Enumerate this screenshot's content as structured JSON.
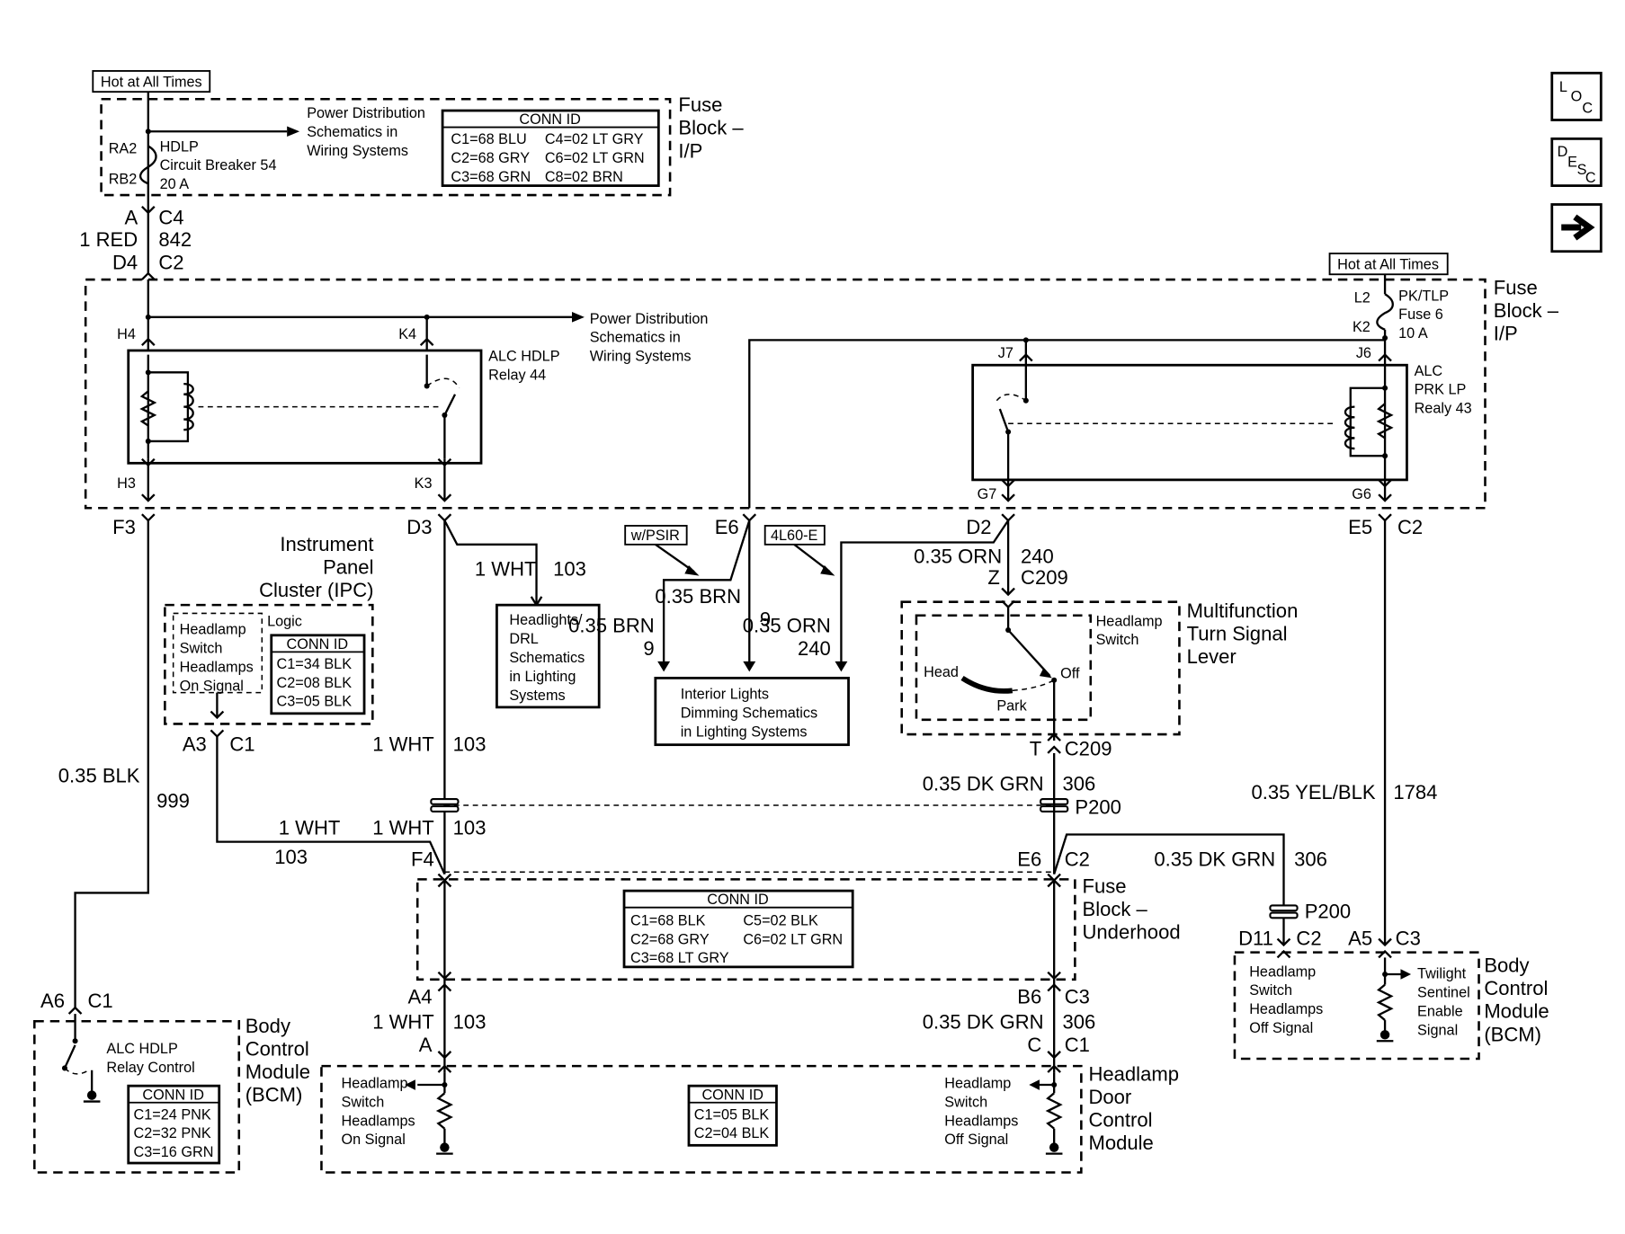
{
  "nav": {
    "loc_top": "L",
    "loc_mid": "O",
    "loc_sub": "C",
    "desc_top": "D",
    "desc_mid": "E",
    "desc_sub": "S",
    "desc_last": "C",
    "arrow": "➔"
  },
  "hot_at_all_times": "Hot at All Times",
  "fuse_block_ip": "Fuse Block – I/P",
  "fuse_block_underhood": "Fuse Block – Underhood",
  "top_block": {
    "power_distribution": "Power Distribution Schematics in Wiring Systems",
    "hdlp_breaker": "HDLP Circuit Breaker 54 20 A",
    "ra2": "RA2",
    "rb2": "RB2",
    "conn_id_title": "CONN ID",
    "conn_rows": [
      "C1=68 BLU",
      "C4=02 LT GRY",
      "C2=68 GRY",
      "C6=02 LT GRN",
      "C3=68 GRN",
      "C8=02 BRN"
    ]
  },
  "wire_842": {
    "pin_a": "A",
    "c4": "C4",
    "color": "1 RED",
    "circuit": "842",
    "d4": "D4",
    "c2": "C2"
  },
  "ip_block": {
    "h4": "H4",
    "k4": "K4",
    "h3": "H3",
    "k3": "K3",
    "j7": "J7",
    "j6": "J6",
    "g7": "G7",
    "g6": "G6",
    "l2": "L2",
    "k2": "K2",
    "power_distribution": "Power Distribution Schematics in Wiring Systems",
    "relay_44": "ALC HDLP Relay 44",
    "relay_43": "ALC PRK LP Realy 43",
    "fuse_6": "PK/TLP Fuse 6 10 A"
  },
  "connectors": {
    "f3": "F3",
    "d3": "D3",
    "e6": "E6",
    "d2": "D2",
    "e5": "E5",
    "c2": "C2"
  },
  "ipc": {
    "title": "Instrument Panel Cluster (IPC)",
    "logic": "Logic",
    "signal": "Headlamp Switch Headlamps On Signal",
    "conn_id_title": "CONN ID",
    "conn_rows": [
      "C1=34 BLK",
      "C2=08 BLK",
      "C3=05 BLK"
    ],
    "a3": "A3",
    "c1": "C1"
  },
  "wires": {
    "wht_103_a": "1 WHT",
    "c103_a": "103",
    "headlights_drl": "Headlights/ DRL Schematics in Lighting Systems",
    "w_psir": "w/PSIR",
    "l4l60e": "4L60-E",
    "brn_a": "0.35 BRN",
    "brn_a_circ": "9",
    "brn_b": "0.35 BRN",
    "brn_b_circ": "9",
    "orn_a": "0.35 ORN",
    "orn_a_circ": "240",
    "orn_b": "0.35 ORN",
    "orn_b_circ": "240",
    "z": "Z",
    "c209_top": "C209",
    "interior_lights": "Interior Lights Dimming Schematics in Lighting Systems",
    "blk": "0.35 BLK",
    "blk_circ": "999",
    "wht_103_b": "1 WHT",
    "c103_b": "103",
    "wht_103_c": "1 WHT",
    "c103_c": "103",
    "wht_103_d": "1 WHT",
    "c103_d": "103",
    "t": "T",
    "c209_bottom": "C209",
    "dkgrn_a": "0.35 DK GRN",
    "dkgrn_a_circ": "306",
    "p200_a": "P200",
    "yelblk": "0.35 YEL/BLK",
    "yelblk_circ": "1784",
    "dkgrn_b": "0.35 DK GRN",
    "dkgrn_b_circ": "306",
    "p200_b": "P200",
    "f4": "F4",
    "e6_u": "E6",
    "c2_u": "C2",
    "a4": "A4",
    "b6": "B6",
    "c3": "C3",
    "wht_103_e": "1 WHT",
    "c103_e": "103",
    "dkgrn_c": "0.35 DK GRN",
    "dkgrn_c_circ": "306",
    "pin_a": "A",
    "pin_c": "C",
    "c1_a": "C1",
    "a6": "A6",
    "c1_b": "C1",
    "d11": "D11",
    "c2_b": "C2",
    "a5": "A5",
    "c3_b": "C3"
  },
  "multifunction": {
    "title": "Multifunction Turn Signal Lever",
    "headlamp_switch": "Headlamp Switch",
    "head": "Head",
    "park": "Park",
    "off": "Off"
  },
  "underhood_conn": {
    "title": "CONN ID",
    "rows": [
      "C1=68 BLK",
      "C5=02 BLK",
      "C2=68 GRY",
      "C6=02 LT GRN",
      "C3=68 LT GRY"
    ]
  },
  "bcm_left": {
    "title": "Body Control Module (BCM)",
    "relay_control": "ALC HDLP Relay Control",
    "conn_id_title": "CONN ID",
    "conn_rows": [
      "C1=24 PNK",
      "C2=32 PNK",
      "C3=16 GRN"
    ]
  },
  "bcm_right": {
    "title": "Body Control Module (BCM)",
    "off_signal": "Headlamp Switch Headlamps Off Signal",
    "twilight": "Twilight Sentinel Enable Signal"
  },
  "hdcm": {
    "title": "Headlamp Door Control Module",
    "on_signal": "Headlamp Switch Headlamps On Signal",
    "off_signal": "Headlamp Switch Headlamps Off Signal",
    "conn_id_title": "CONN ID",
    "conn_rows": [
      "C1=05 BLK",
      "C2=04 BLK"
    ]
  }
}
